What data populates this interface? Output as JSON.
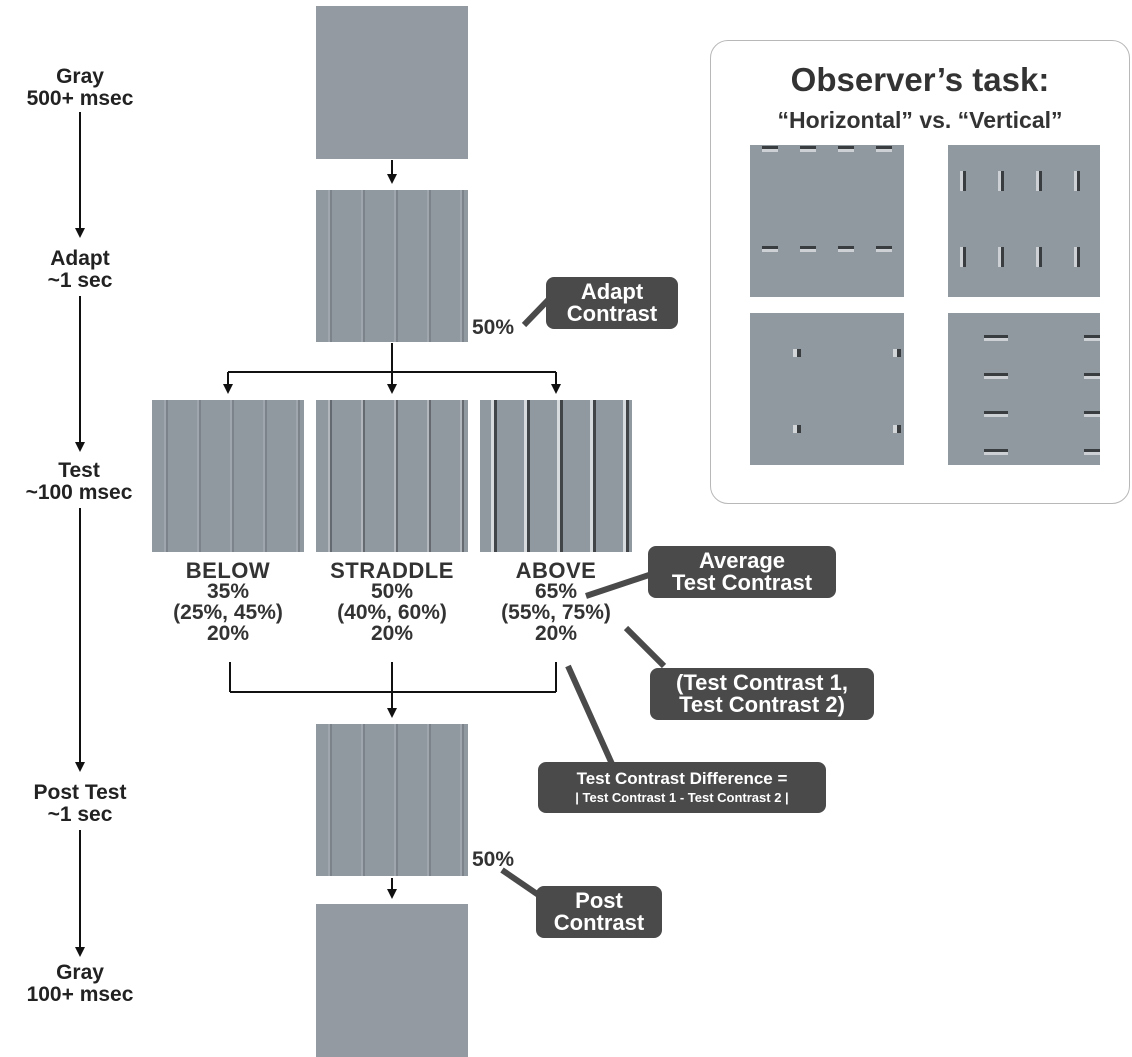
{
  "timeline": {
    "stages": [
      {
        "name": "Gray",
        "duration": "500+ msec"
      },
      {
        "name": "Adapt",
        "duration": "~1 sec"
      },
      {
        "name": "Test",
        "duration": "~100 msec"
      },
      {
        "name": "Post Test",
        "duration": "~1 sec"
      },
      {
        "name": "Gray",
        "duration": "100+ msec"
      }
    ]
  },
  "adapt": {
    "percent": "50%",
    "callout_line1": "Adapt",
    "callout_line2": "Contrast"
  },
  "conditions": [
    {
      "name": "BELOW",
      "average": "35%",
      "pair": "(25%, 45%)",
      "difference": "20%"
    },
    {
      "name": "STRADDLE",
      "average": "50%",
      "pair": "(40%, 60%)",
      "difference": "20%"
    },
    {
      "name": "ABOVE",
      "average": "65%",
      "pair": "(55%, 75%)",
      "difference": "20%"
    }
  ],
  "callouts": {
    "average_line1": "Average",
    "average_line2": "Test Contrast",
    "pair_line1": "(Test Contrast 1,",
    "pair_line2": "Test Contrast 2)",
    "difference_line1": "Test Contrast Difference =",
    "difference_line2": "| Test Contrast 1 - Test Contrast 2 |"
  },
  "post": {
    "percent": "50%",
    "callout_line1": "Post",
    "callout_line2": "Contrast"
  },
  "task": {
    "title": "Observer’s task:",
    "subtitle": "“Horizontal” vs. “Vertical”"
  },
  "colors": {
    "panel_gray": "#939aa2",
    "callout_bg": "#4a4a4a",
    "box_border": "#b8b8b8"
  }
}
